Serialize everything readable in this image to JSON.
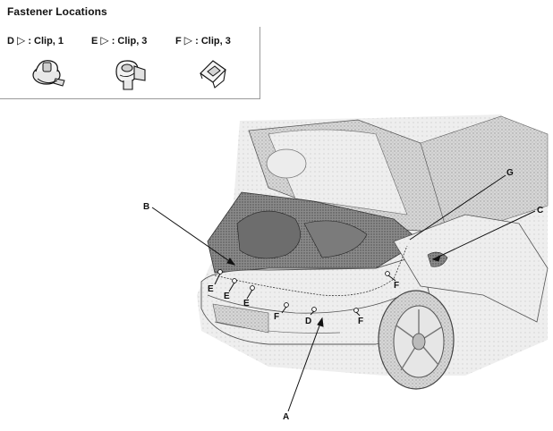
{
  "title": "Fastener Locations",
  "legend": [
    {
      "letter": "D",
      "marker": "▷",
      "text": ": Clip, 1"
    },
    {
      "letter": "E",
      "marker": "▷",
      "text": ": Clip, 3"
    },
    {
      "letter": "F",
      "marker": "▷",
      "text": ": Clip, 3"
    }
  ],
  "callouts": {
    "A": "A",
    "B": "B",
    "C": "C",
    "D": "D",
    "G": "G",
    "E": "E",
    "F": "F"
  },
  "icons": [
    "clip-d-icon",
    "clip-e-icon",
    "clip-f-icon"
  ],
  "colors": {
    "line": "#111111",
    "shade": "#bdbdbd",
    "dark": "#555555"
  }
}
